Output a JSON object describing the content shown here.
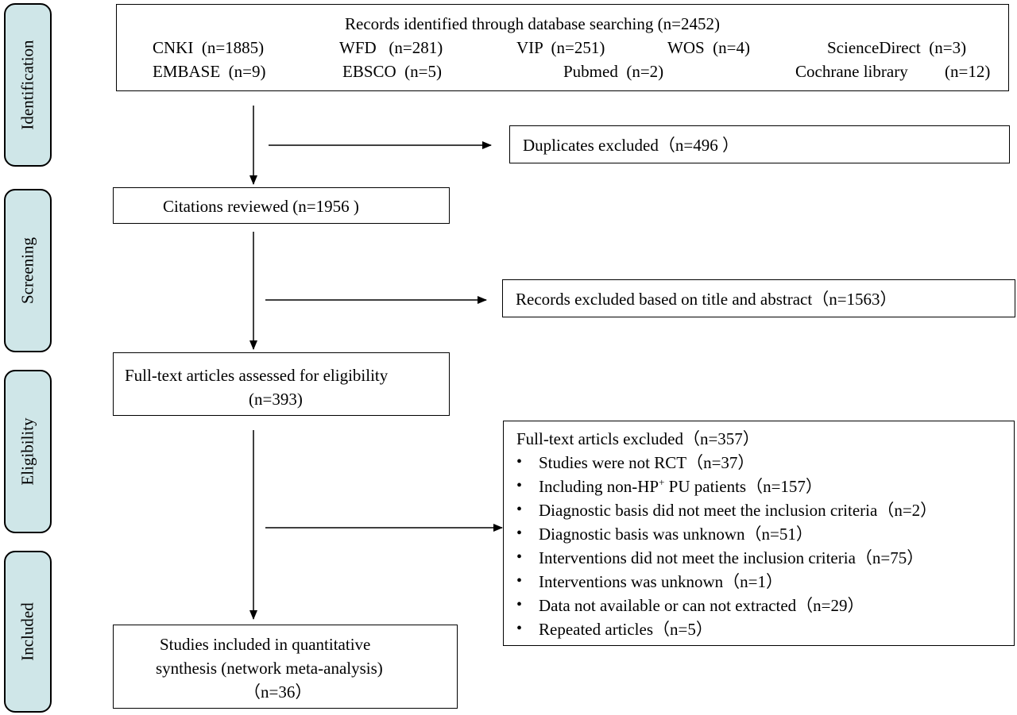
{
  "stages": [
    {
      "id": "identification",
      "label": "Identification"
    },
    {
      "id": "screening",
      "label": "Screening"
    },
    {
      "id": "eligibility",
      "label": "Eligibility"
    },
    {
      "id": "included",
      "label": "Included"
    }
  ],
  "records_box": {
    "title": "Records identified through database searching (n=2452)",
    "row1": [
      "CNKI  (n=1885)",
      "WFD   (n=281)",
      "VIP  (n=251)",
      "WOS  (n=4)",
      "ScienceDirect  (n=3)"
    ],
    "row2": [
      "EMBASE  (n=9)",
      "EBSCO  (n=5)",
      "Pubmed  (n=2)",
      "Cochrane library",
      "(n=12)"
    ]
  },
  "duplicates_box": {
    "text": "Duplicates excluded（n=496 ）"
  },
  "citations_box": {
    "text": "Citations reviewed  (n=1956 )"
  },
  "records_excluded_box": {
    "text": "Records excluded based on title and abstract（n=1563）"
  },
  "fulltext_box": {
    "line1": "Full-text articles assessed for eligibility",
    "line2": "(n=393)"
  },
  "fulltext_excluded_box": {
    "title": "Full-text articls excluded（n=357）",
    "bullet": "•",
    "items": [
      "Studies were not RCT（n=37）",
      "Including non-HP",
      "Diagnostic basis did not meet the inclusion criteria（n=2）",
      "Diagnostic basis was unknown（n=51）",
      "Interventions did not meet the inclusion criteria（n=75）",
      "Interventions was unknown（n=1）",
      "Data not available or can not extracted（n=29）",
      "Repeated articles（n=5）"
    ],
    "item1_sup": "+",
    "item1_rest": " PU patients（n=157）"
  },
  "included_box": {
    "line1": "Studies included in quantitative",
    "line2": "synthesis (network meta-analysis)",
    "line3": "（n=36）"
  }
}
